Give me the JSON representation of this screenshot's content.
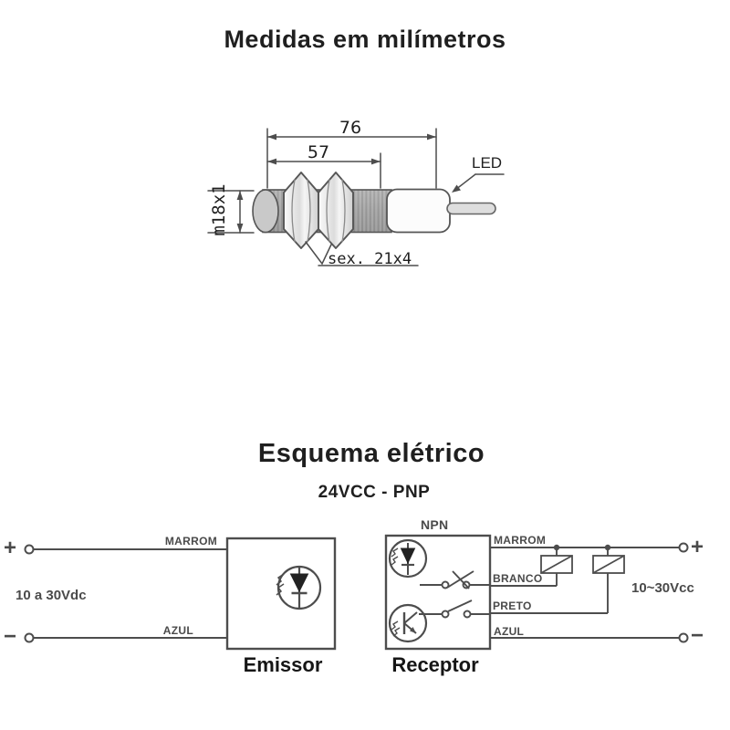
{
  "colors": {
    "line": "#4d4d4d",
    "drawing_line": "#555555",
    "text_dark": "#1f1f1f",
    "label_gray": "#4a4a4a",
    "metal_fill": "#a8a8a8",
    "background": "#ffffff"
  },
  "measures": {
    "title": "Medidas em milímetros",
    "overall_length": "76",
    "thread_length": "57",
    "thread_spec": "m18x1",
    "led_label": "LED",
    "hex_label": "sex. 21x4"
  },
  "schematic": {
    "title": "Esquema elétrico",
    "subtitle": "24VCC - PNP",
    "emitter": {
      "label": "Emissor",
      "plus": "+",
      "minus": "−",
      "voltage": "10 a 30Vdc",
      "wire_top": "MARROM",
      "wire_bottom": "AZUL"
    },
    "receiver": {
      "label": "Receptor",
      "type_label": "NPN",
      "voltage": "10~30Vcc",
      "plus": "+",
      "minus": "−",
      "wires": [
        "MARROM",
        "BRANCO",
        "PRETO",
        "AZUL"
      ]
    }
  }
}
